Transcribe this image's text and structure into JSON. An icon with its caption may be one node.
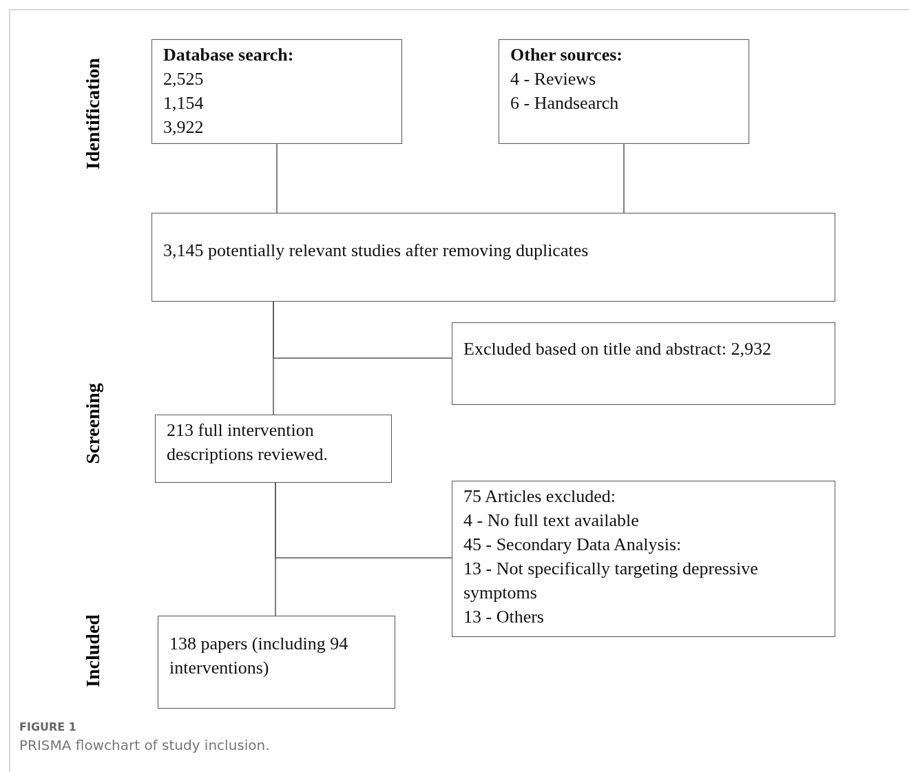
{
  "diagram": {
    "caption": "PRISMA flowchart of study inclusion.",
    "nodes": [
      {
        "text": [
          "Database search:",
          "2,525",
          "1,154",
          "3,922"
        ]
      },
      {
        "text": [
          "Other sources:",
          "4 - Reviews",
          "6 - Handsearch"
        ]
      },
      {
        "text": [
          "3,145 potentially relevant studies after removing duplicates"
        ]
      },
      {
        "text": [
          "Excluded based on title and abstract: 2,932"
        ]
      },
      {
        "text": [
          "213 full intervention descriptions reviewed."
        ]
      },
      {
        "text": [
          "75 Articles excluded:",
          "4 - No full text available",
          "45 - Secondary Data Analysis:",
          "13 - Not specifically targeting depressive symptoms",
          "13 - Others"
        ]
      },
      {
        "text": [
          "138 papers (including 94 interventions)"
        ]
      }
    ],
    "edges": [
      {
        "from": 0,
        "to": 2,
        "arrow": "none"
      },
      {
        "from": 1,
        "to": 2,
        "arrow": "none"
      },
      {
        "from": 2,
        "to": 4,
        "arrow": "none"
      },
      {
        "from": 2,
        "to": 3,
        "arrow": "none"
      },
      {
        "from": 4,
        "to": 6,
        "arrow": "none"
      },
      {
        "from": 4,
        "to": 5,
        "arrow": "none"
      }
    ],
    "labels": [
      "Identification",
      "Screening",
      "Included",
      "FIGURE 1"
    ]
  }
}
